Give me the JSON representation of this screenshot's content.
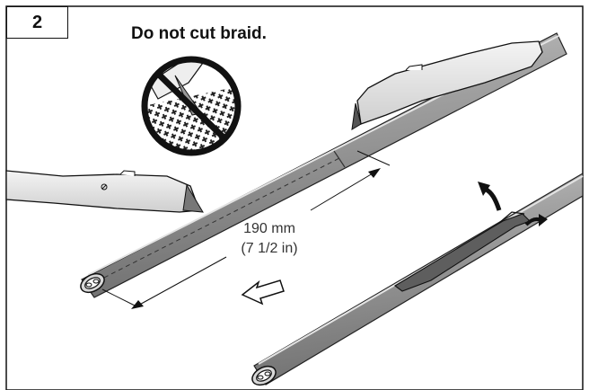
{
  "step": {
    "number": "2"
  },
  "warning": {
    "text": "Do not cut braid."
  },
  "dimension": {
    "metric": "190 mm",
    "imperial": "(7 1/2 in)"
  },
  "icons": [
    "no-cut-prohibition-icon",
    "utility-knife-icon",
    "direction-arrow-icon",
    "peel-arrow-icon"
  ],
  "colors": {
    "cable_gray": "#9a9a9a",
    "outline": "#1a1a1a",
    "prohibition_black": "#111111"
  }
}
